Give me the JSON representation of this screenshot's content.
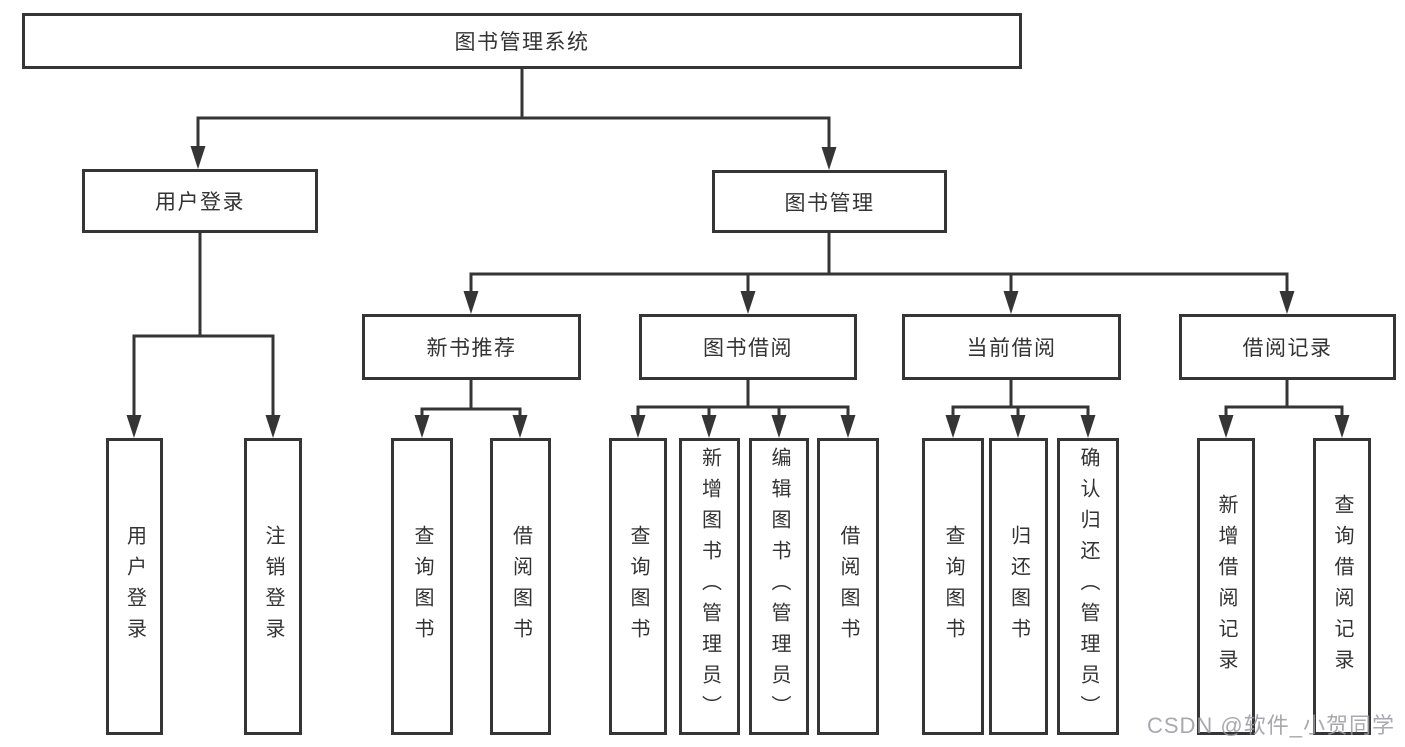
{
  "diagram": {
    "root": "图书管理系统",
    "level2": {
      "user_login": "用户登录",
      "book_mgmt": "图书管理"
    },
    "level3": {
      "new_book_rec": "新书推荐",
      "book_borrow": "图书借阅",
      "current_borrow": "当前借阅",
      "borrow_record": "借阅记录"
    },
    "leaves": {
      "user_login": [
        "用户登录",
        "注销登录"
      ],
      "new_book_rec": [
        "查询图书",
        "借阅图书"
      ],
      "book_borrow": [
        "查询图书",
        "新增图书（管理员）",
        "编辑图书（管理员）",
        "借阅图书"
      ],
      "current_borrow": [
        "查询图书",
        "归还图书",
        "确认归还（管理员）"
      ],
      "borrow_record": [
        "新增借阅记录",
        "查询借阅记录"
      ]
    }
  },
  "watermark": "CSDN @软件_小贺同学",
  "colors": {
    "line": "#353535",
    "text": "#333333",
    "watermark": "#9a9aa0",
    "background": "#ffffff"
  }
}
